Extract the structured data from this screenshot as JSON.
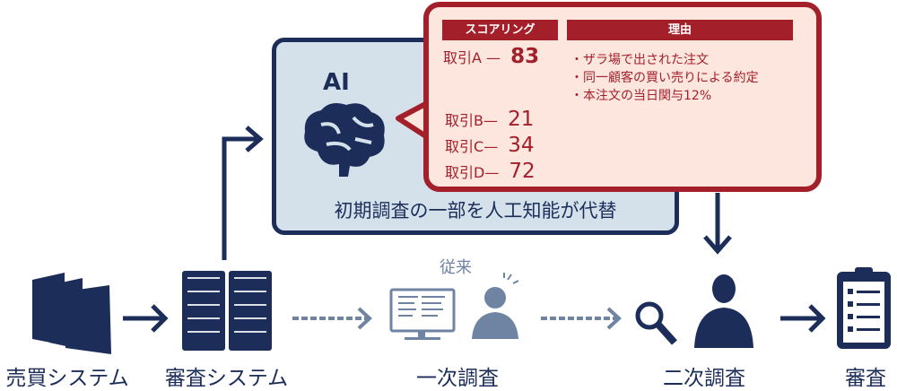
{
  "ai_panel": {
    "icon_label": "AI",
    "caption": "初期調査の一部を人工知能が代替"
  },
  "callout": {
    "score_header": "スコアリング",
    "reason_header": "理由",
    "scores": [
      {
        "name": "取引A",
        "value": "83"
      },
      {
        "name": "取引B",
        "value": "21"
      },
      {
        "name": "取引C",
        "value": "34"
      },
      {
        "name": "取引D",
        "value": "72"
      }
    ],
    "reasons": [
      "・ザラ場で出された注文",
      "・同一顧客の買い売りによる約定",
      "・本注文の当日関与12%"
    ]
  },
  "flow": {
    "traditional_label": "従来",
    "steps": [
      "売買システム",
      "審査システム",
      "一次調査",
      "二次調査",
      "審査"
    ]
  },
  "colors": {
    "navy": "#1c2d5a",
    "red": "#a31f2a",
    "gray": "#6f83a3",
    "panel": "#d4e1ea",
    "callout_bg": "#fce6de"
  }
}
